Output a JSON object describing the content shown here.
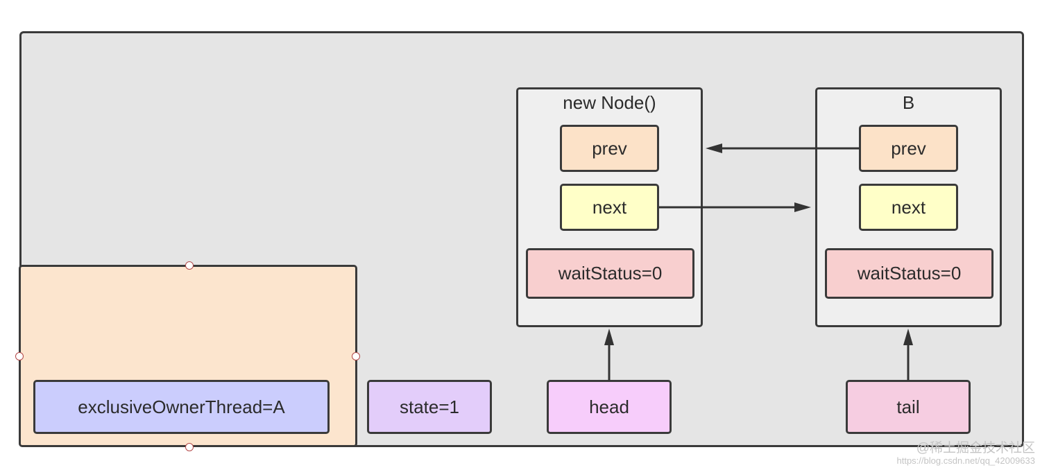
{
  "diagram": {
    "nodes": [
      {
        "title": "new Node()",
        "fields": {
          "prev": "prev",
          "next": "next",
          "wait_status": "waitStatus=0"
        }
      },
      {
        "title": "B",
        "fields": {
          "prev": "prev",
          "next": "next",
          "wait_status": "waitStatus=0"
        }
      }
    ],
    "owner_thread": "exclusiveOwnerThread=A",
    "state": "state=1",
    "head": "head",
    "tail": "tail",
    "edges": [
      {
        "from": "B.prev",
        "to": "new Node()"
      },
      {
        "from": "new Node().next",
        "to": "B"
      },
      {
        "from": "head",
        "to": "new Node()"
      },
      {
        "from": "tail",
        "to": "B"
      }
    ],
    "colors": {
      "panel": "#e5e5e5",
      "prev": "#fce2c8",
      "next": "#ffffc8",
      "wait_status": "#f8cfcf",
      "owner": "#cbcdfd",
      "state": "#e3cdfa",
      "head": "#f7cdfb",
      "tail": "#f6cde1"
    }
  },
  "watermark": {
    "line1": "@稀土掘金技术社区",
    "line2": "https://blog.csdn.net/qq_42009633"
  }
}
